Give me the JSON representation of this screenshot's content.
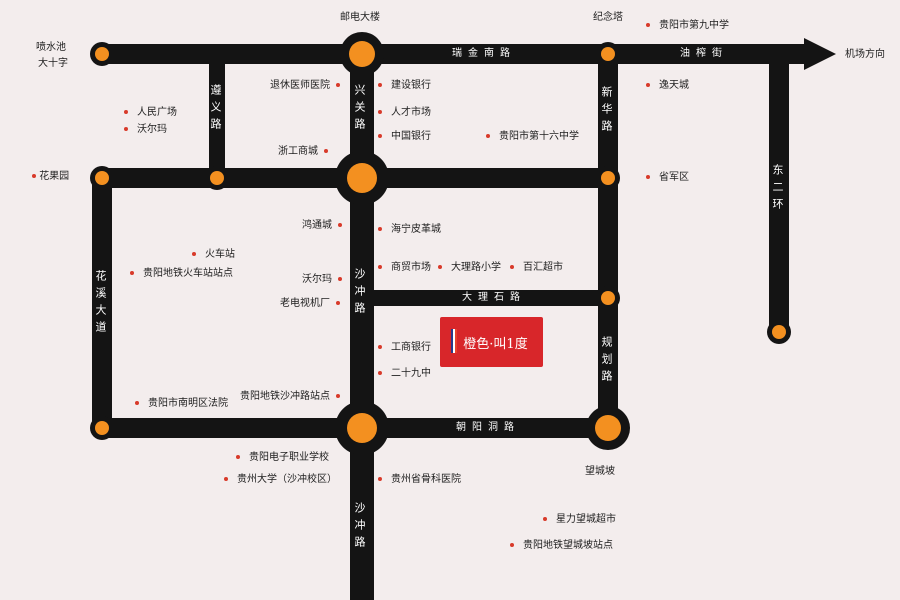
{
  "colors": {
    "road": "#141414",
    "node": "#f39020",
    "poi_dot": "#d83a2a",
    "background": "#f3eded",
    "logo_bg": "#d8262a"
  },
  "roads": {
    "ruijin_south": "瑞金南路",
    "youzha": "油榨街",
    "zunyi": "遵义路",
    "xingguan": "兴关路",
    "xinhua": "新华路",
    "dongerhuan": "东二环",
    "huaxi": "花溪大道",
    "shachong_mid": "沙冲路",
    "dali": "大理石路",
    "guihua": "规划路",
    "chaoyang": "朝阳洞路",
    "shachong_south": "沙冲路"
  },
  "places": {
    "pentiaochi": "喷水池",
    "shizi": "大十字",
    "youdian": "邮电大楼",
    "jinian": "纪念塔",
    "airport": "机场方向",
    "huaguoyuan": "花果园",
    "wangchengpo": "望城坡"
  },
  "pois": {
    "jiuzhong": "贵阳市第九中学",
    "yitian": "逸天城",
    "tuixiu": "退休医师医院",
    "jianshe": "建设银行",
    "renmin": "人民广场",
    "walmart1": "沃尔玛",
    "rencai": "人才市场",
    "zhongguo": "中国银行",
    "shiliu": "贵阳市第十六中学",
    "zhegong": "浙工商城",
    "shengjun": "省军区",
    "hongtong": "鸿通城",
    "haining": "海宁皮革城",
    "huoche": "火车站",
    "metro_huoche": "贵阳地铁火车站站点",
    "shangmao": "商贸市场",
    "dalixiao": "大理路小学",
    "baihui": "百汇超市",
    "walmart2": "沃尔玛",
    "laodianshi": "老电视机厂",
    "gongshang": "工商银行",
    "ershijiu": "二十九中",
    "fayuan": "贵阳市南明区法院",
    "metro_shachong": "贵阳地铁沙冲路站点",
    "dianzi": "贵阳电子职业学校",
    "guizhoudaxue": "贵州大学（沙冲校区）",
    "guke": "贵州省骨科医院",
    "xingli": "星力望城超市",
    "metro_wangcheng": "贵阳地铁望城坡站点"
  },
  "logo": {
    "text": "橙色·叫1度"
  }
}
